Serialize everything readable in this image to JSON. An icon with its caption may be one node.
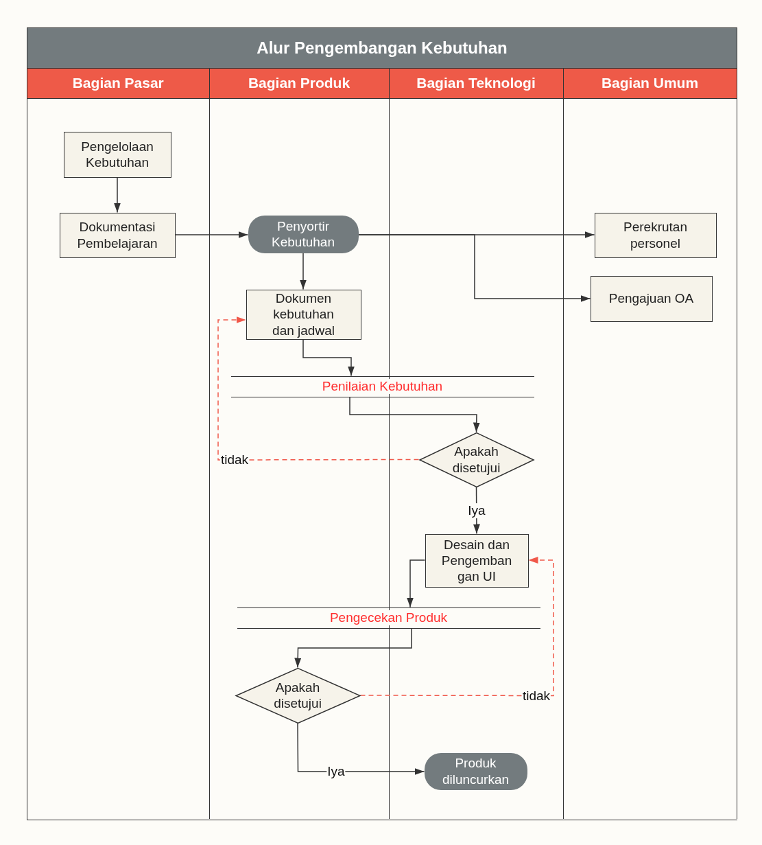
{
  "diagram": {
    "nodes": [
      {
        "text": [
          "Alur Pengembangan Kebutuhan"
        ]
      },
      {
        "text": [
          "Bagian Pasar"
        ],
        "in": 0
      },
      {
        "text": [
          "Bagian Produk"
        ],
        "in": 0
      },
      {
        "text": [
          "Bagian Teknologi"
        ],
        "in": 0
      },
      {
        "text": [
          "Bagian Umum"
        ],
        "in": 0
      },
      {
        "text": [
          "Pengelolaan Kebutuhan"
        ],
        "in": 1
      },
      {
        "text": [
          "Dokumentasi Pembelajaran"
        ],
        "in": 1
      },
      {
        "text": [
          "Penyortir Kebutuhan"
        ],
        "in": 2
      },
      {
        "text": [
          "Perekrutan personel"
        ],
        "in": 4
      },
      {
        "text": [
          "Pengajuan OA"
        ],
        "in": 4
      },
      {
        "text": [
          "Dokumen kebutuhan dan jadwal"
        ],
        "in": 2
      },
      {
        "text": [
          "Penilaian Kebutuhan"
        ],
        "in": 0
      },
      {
        "text": [
          "Apakah disetujui"
        ],
        "in": 3
      },
      {
        "text": [
          "Desain dan Pengemban gan UI"
        ],
        "in": 3
      },
      {
        "text": [
          "Pengecekan Produk"
        ],
        "in": 0
      },
      {
        "text": [
          "Apakah disetujui"
        ],
        "in": 2
      },
      {
        "text": [
          "Produk diluncurkan"
        ],
        "in": 3
      }
    ],
    "edges": [
      {
        "from": 5,
        "to": 6,
        "arrow": "to"
      },
      {
        "from": 6,
        "to": 7,
        "arrow": "to"
      },
      {
        "from": 7,
        "to": 8,
        "arrow": "to"
      },
      {
        "from": 7,
        "to": 9,
        "arrow": "to"
      },
      {
        "from": 7,
        "to": 10,
        "arrow": "to"
      },
      {
        "from": 10,
        "to": 11,
        "arrow": "to"
      },
      {
        "from": 11,
        "to": 12,
        "arrow": "to"
      },
      {
        "from": 12,
        "to": 10,
        "arrow": "to",
        "label": "tidak",
        "style": "dashed",
        "color": "#f0584a"
      },
      {
        "from": 12,
        "to": 13,
        "arrow": "to",
        "label": "Iya"
      },
      {
        "from": 13,
        "to": 14,
        "arrow": "to"
      },
      {
        "from": 14,
        "to": 15,
        "arrow": "to"
      },
      {
        "from": 15,
        "to": 13,
        "arrow": "to",
        "label": "tidak",
        "style": "dashed",
        "color": "#f0584a"
      },
      {
        "from": 15,
        "to": 16,
        "arrow": "to",
        "label": "Iya"
      }
    ]
  }
}
